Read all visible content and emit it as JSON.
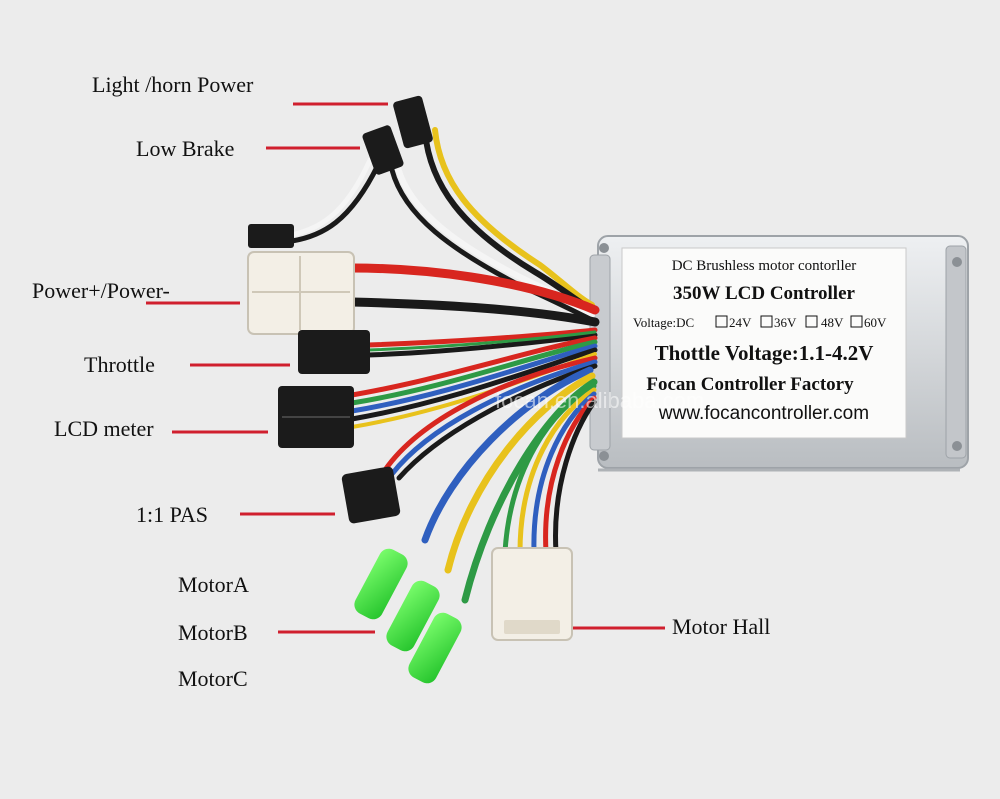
{
  "labels": {
    "light_horn": "Light /horn Power",
    "low_brake": "Low Brake",
    "power": "Power+/Power-",
    "throttle": "Throttle",
    "lcd_meter": "LCD meter",
    "pas": "1:1 PAS",
    "motor_a": "MotorA",
    "motor_b": "MotorB",
    "motor_c": "MotorC",
    "motor_hall": "Motor Hall"
  },
  "controller": {
    "line1": "DC Brushless motor contorller",
    "line2": "350W LCD Controller",
    "voltage_prefix": "Voltage:DC",
    "voltage_options": [
      "24V",
      "36V",
      "48V",
      "60V"
    ],
    "line4": "Thottle Voltage:1.1-4.2V",
    "line5": "Focan Controller Factory",
    "line6": "www.focancontroller.com"
  },
  "watermark": "focan.en.alibaba.com",
  "colors": {
    "background": "#ececec",
    "leader_line": "#d01f2e",
    "wire_red": "#d8261f",
    "wire_black": "#1a1a1a",
    "wire_blue": "#2f5fbf",
    "wire_green": "#2e9a45",
    "wire_yellow": "#e8c21c",
    "connector_dark": "#1b1b1b",
    "connector_white": "#f3efe6",
    "motor_tip": "#39e639",
    "housing": "#d7d9dc"
  }
}
